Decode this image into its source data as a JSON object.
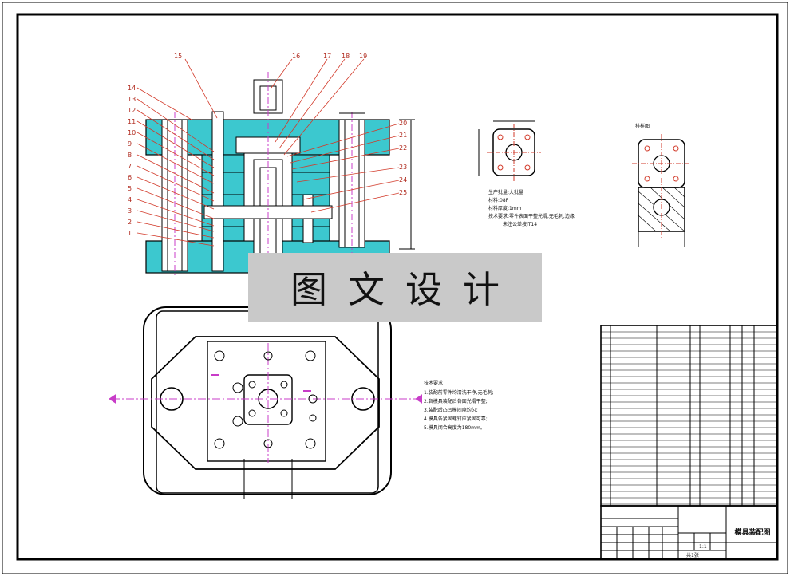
{
  "watermark_text": "图文设计",
  "drawing_title": "模具装配图",
  "part_numbers": [
    "1",
    "2",
    "3",
    "4",
    "5",
    "6",
    "7",
    "8",
    "9",
    "10",
    "11",
    "12",
    "13",
    "14",
    "15",
    "16",
    "17",
    "18",
    "19",
    "20",
    "21",
    "22",
    "23",
    "24",
    "25"
  ],
  "part_drawing_label": "排样图",
  "part_notes": [
    "生产批量:大批量",
    "材料:08F",
    "材料厚度:1mm",
    "技术要求:零件表面平整光滑,无毛刺,边缘",
    "未注公差按IT14"
  ],
  "tech_req_title": "技术要求",
  "tech_req_lines": [
    "1.装配前零件均清洗干净,无毛刺;",
    "2.各模具装配后各面光滑平整;",
    "3.装配后凸凹模间隙均匀;",
    "4.模具各紧固螺钉应紧固可靠;",
    "5.模具闭合高度为180mm。"
  ],
  "title_block": {
    "scale": "1:1",
    "sheet": "共1张"
  },
  "colors": {
    "line": "#000000",
    "section": "#3cc8cf",
    "leader": "#d23a2a",
    "center": "#c83cc8",
    "watermark_bg": "#c9c9c9"
  }
}
